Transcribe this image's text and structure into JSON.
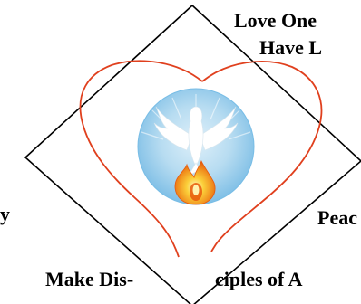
{
  "texts": {
    "love_line1": "Love One",
    "love_line2": "Have L",
    "left_fragment": "y",
    "peace_fragment": "Peac",
    "make_disciples_left": "Make Dis-",
    "make_disciples_right": "ciples of A"
  },
  "graphic": {
    "emblem": "holy-spirit-dove-with-flame",
    "colors": {
      "heart_outline": "#e0401e",
      "diamond_outline": "#000000",
      "emblem_circle": "#a9d6ef",
      "emblem_circle_edge": "#78bde6",
      "dove": "#ffffff",
      "flame_outer": "#f2b418",
      "flame_inner": "#e8590c"
    }
  }
}
